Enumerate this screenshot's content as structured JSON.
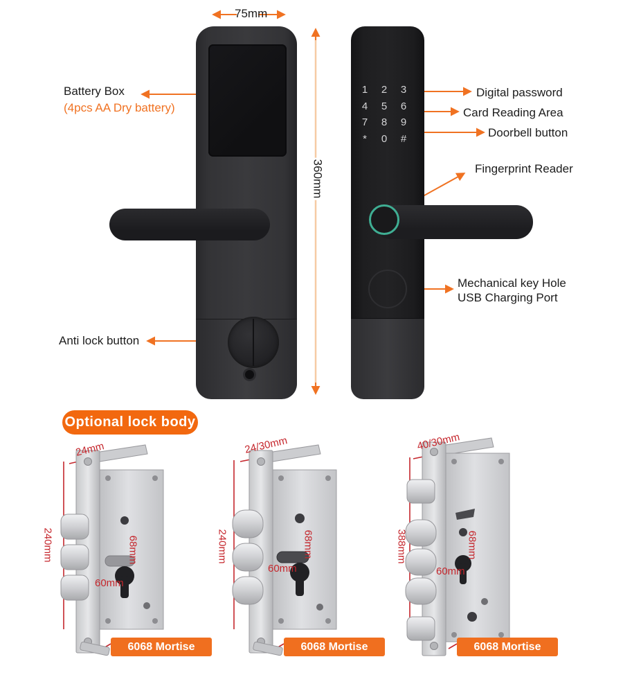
{
  "top_diagram": {
    "width_dim": "75mm",
    "height_dim": "360mm",
    "battery_label": "Battery Box",
    "battery_sub": "(4pcs AA Dry battery)",
    "anti_lock_label": "Anti lock button",
    "digital_password_label": "Digital password",
    "card_reading_label": "Card Reading Area",
    "doorbell_label": "Doorbell button",
    "fingerprint_label": "Fingerprint Reader",
    "mech_key_line1": "Mechanical key Hole",
    "mech_key_line2": "USB Charging Port",
    "keypad_keys": [
      "1",
      "2",
      "3",
      "4",
      "5",
      "6",
      "7",
      "8",
      "9",
      "*",
      "0",
      "#"
    ]
  },
  "lock_section": {
    "title": "Optional lock body",
    "items": [
      {
        "top_width": "24mm",
        "height": "240mm",
        "center_distance": "68mm",
        "backset": "60mm",
        "badge": "6068 Mortise"
      },
      {
        "top_width": "24/30mm",
        "height": "240mm",
        "center_distance": "68mm",
        "backset": "60mm",
        "badge": "6068 Mortise"
      },
      {
        "top_width": "40/30mm",
        "height": "388mm",
        "center_distance": "68mm",
        "backset": "60mm",
        "badge": "6068 Mortise"
      }
    ]
  },
  "colors": {
    "accent_orange": "#f07222",
    "dimension_red": "#c5262c",
    "fingerprint_ring_teal": "#3fae93",
    "badge_orange": "#f06f1f"
  }
}
